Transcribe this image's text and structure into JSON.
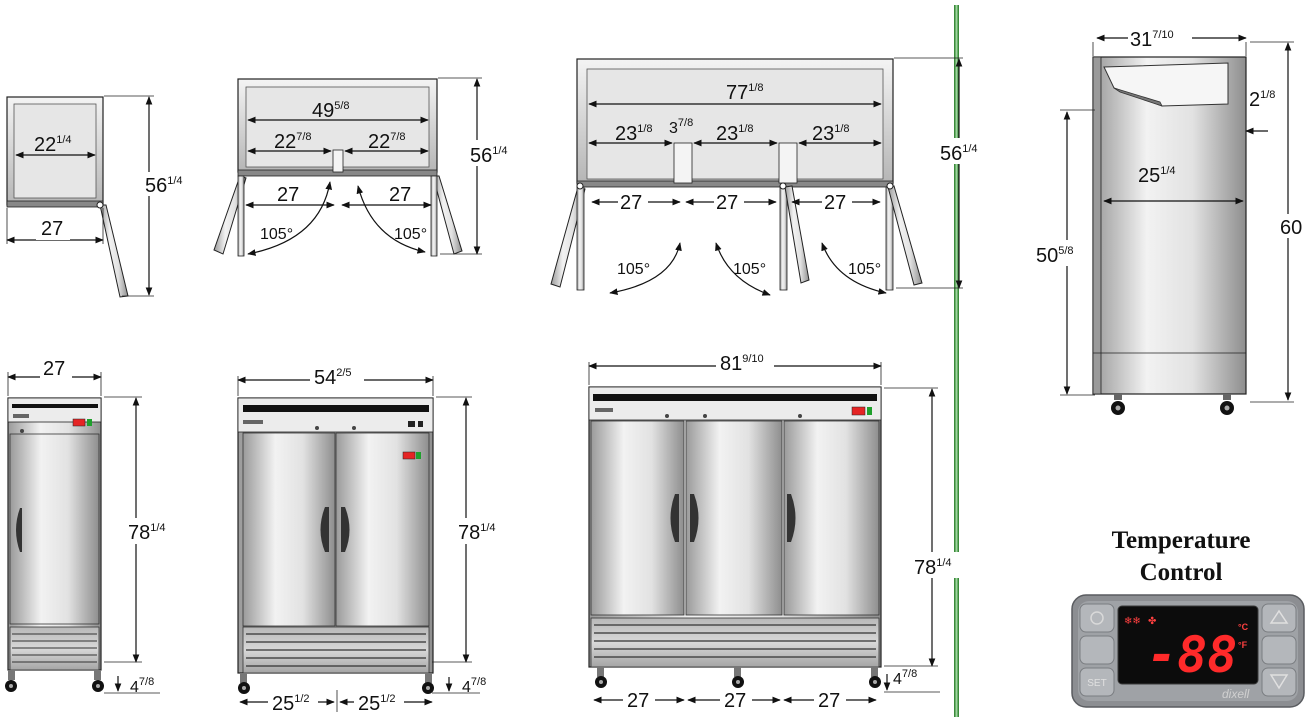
{
  "top_views": {
    "single": {
      "inner_width": "22",
      "inner_width_frac": "1/4",
      "depth": "56",
      "depth_frac": "1/4",
      "door_width": "27"
    },
    "double": {
      "inner_width": "49",
      "inner_width_frac": "5/8",
      "section_left": "22",
      "section_left_frac": "7/8",
      "section_right": "22",
      "section_right_frac": "7/8",
      "depth": "56",
      "depth_frac": "1/4",
      "door_left": "27",
      "door_right": "27",
      "angle_left": "105°",
      "angle_right": "105°"
    },
    "triple": {
      "inner_width": "77",
      "inner_width_frac": "1/8",
      "section_1": "23",
      "section_1_frac": "1/8",
      "gap": "3",
      "gap_frac": "7/8",
      "section_2": "23",
      "section_2_frac": "1/8",
      "section_3": "23",
      "section_3_frac": "1/8",
      "depth": "56",
      "depth_frac": "1/4",
      "door_1": "27",
      "door_2": "27",
      "door_3": "27",
      "angle_1": "105°",
      "angle_2": "105°",
      "angle_3": "105°"
    }
  },
  "front_views": {
    "single": {
      "width": "27",
      "height": "78",
      "height_frac": "1/4",
      "leg": "4",
      "leg_frac": "7/8"
    },
    "double": {
      "width": "54",
      "width_frac": "2/5",
      "height": "78",
      "height_frac": "1/4",
      "half_left": "25",
      "half_left_frac": "1/2",
      "half_right": "25",
      "half_right_frac": "1/2",
      "leg": "4",
      "leg_frac": "7/8"
    },
    "triple": {
      "width": "81",
      "width_frac": "9/10",
      "height": "78",
      "height_frac": "1/4",
      "door_1": "27",
      "door_2": "27",
      "door_3": "27",
      "leg": "4",
      "leg_frac": "7/8"
    }
  },
  "side_view": {
    "top_width": "31",
    "top_width_frac": "7/10",
    "offset": "2",
    "offset_frac": "1/8",
    "inner_depth": "25",
    "inner_depth_frac": "1/4",
    "interior_height": "50",
    "interior_height_frac": "5/8",
    "total_height": "60"
  },
  "temperature_control": {
    "title_line1": "Temperature",
    "title_line2": "Control",
    "display": "-88",
    "unit_c": "°C",
    "unit_f": "°F",
    "set_label": "SET",
    "brand": "dixell"
  },
  "colors": {
    "steel_light": "#e9e9e9",
    "steel_dark": "#9a9a9a",
    "divider": "#3a8a3a",
    "display_red": "#ff2a2a"
  }
}
